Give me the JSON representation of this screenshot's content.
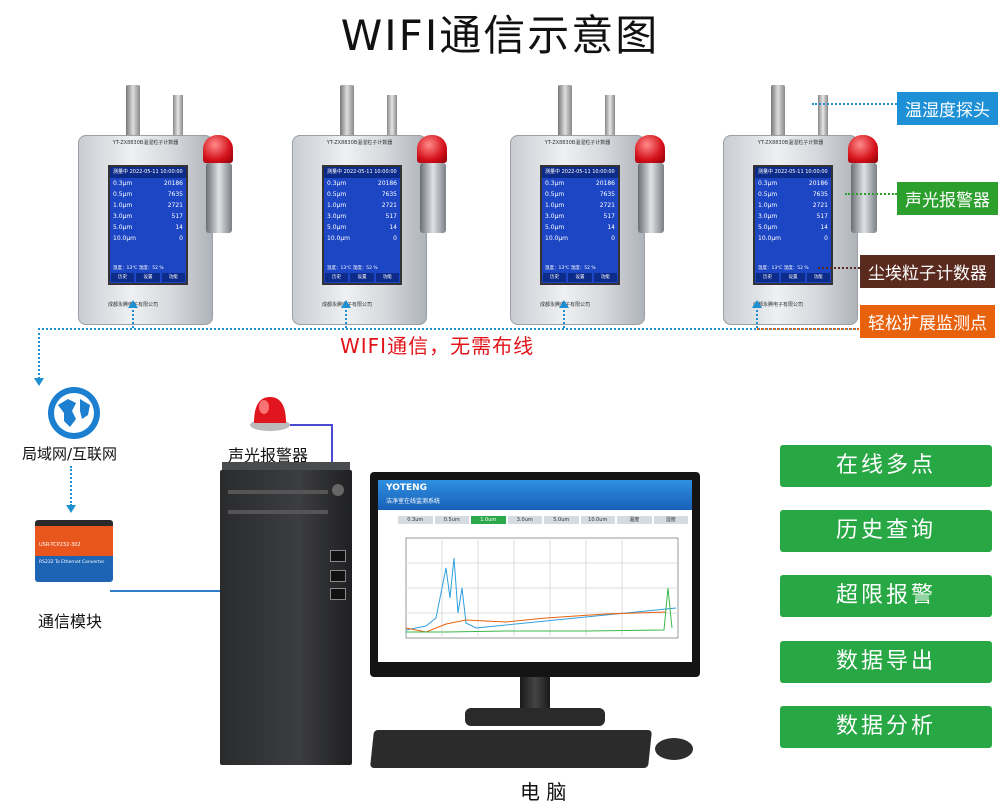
{
  "title": "WIFI通信示意图",
  "devices": [
    {
      "label": "YT-ZX8830B温湿粒子计数器"
    },
    {
      "label": "YT-ZX8830B温湿粒子计数器"
    },
    {
      "label": "YT-ZX8830B温湿粒子计数器"
    },
    {
      "label": "YT-ZX8830B温湿粒子计数器"
    }
  ],
  "device_screen": {
    "header": "测量中 2022-05-11 10:00:00",
    "rows": [
      {
        "size": "0.3μm",
        "value": "20186"
      },
      {
        "size": "0.5μm",
        "value": "7635"
      },
      {
        "size": "1.0μm",
        "value": "2721"
      },
      {
        "size": "3.0μm",
        "value": "517"
      },
      {
        "size": "5.0μm",
        "value": "14"
      },
      {
        "size": "10.0μm",
        "value": "0"
      }
    ],
    "footer": "温度：13℃    湿度：52 %",
    "buttons": [
      "历史",
      "设置",
      "功能"
    ],
    "logo": "成都永腾电子有限公司"
  },
  "side_labels": {
    "probe": {
      "text": "温湿度探头",
      "color": "#1e90d6"
    },
    "alarm": {
      "text": "声光报警器",
      "color": "#2d9f2d"
    },
    "counter": {
      "text": "尘埃粒子计数器",
      "color": "#5a2a1e"
    },
    "expand": {
      "text": "轻松扩展监测点",
      "color": "#e8620e"
    }
  },
  "wifi_text": "WIFI通信，无需布线",
  "network_label": "局域网/互联网",
  "module_label": "通信模块",
  "module_device_text": "USR-TCP232-302",
  "module_device_subtext": "RS232 To Ethernet Converter",
  "alarm_label": "声光报警器",
  "pc_label": "电  脑",
  "monitor_app": {
    "brand": "YOTENG",
    "subtitle": "洁净室在线监测系统",
    "tabs": [
      "0.3um",
      "0.5um",
      "1.0um",
      "3.0um",
      "5.0um",
      "10.0um",
      "温度",
      "湿度"
    ]
  },
  "features": [
    "在线多点",
    "历史查询",
    "超限报警",
    "数据导出",
    "数据分析"
  ],
  "colors": {
    "wifi_line": "#1e8fd0",
    "expand_line": "#e8620e",
    "feature_bg": "#28a745",
    "wifi_text": "#e2141b"
  },
  "icons": [
    "globe-network-icon",
    "wifi-module-icon",
    "alarm-light-icon",
    "pc-tower-icon",
    "monitor-icon",
    "keyboard-icon",
    "mouse-icon"
  ]
}
